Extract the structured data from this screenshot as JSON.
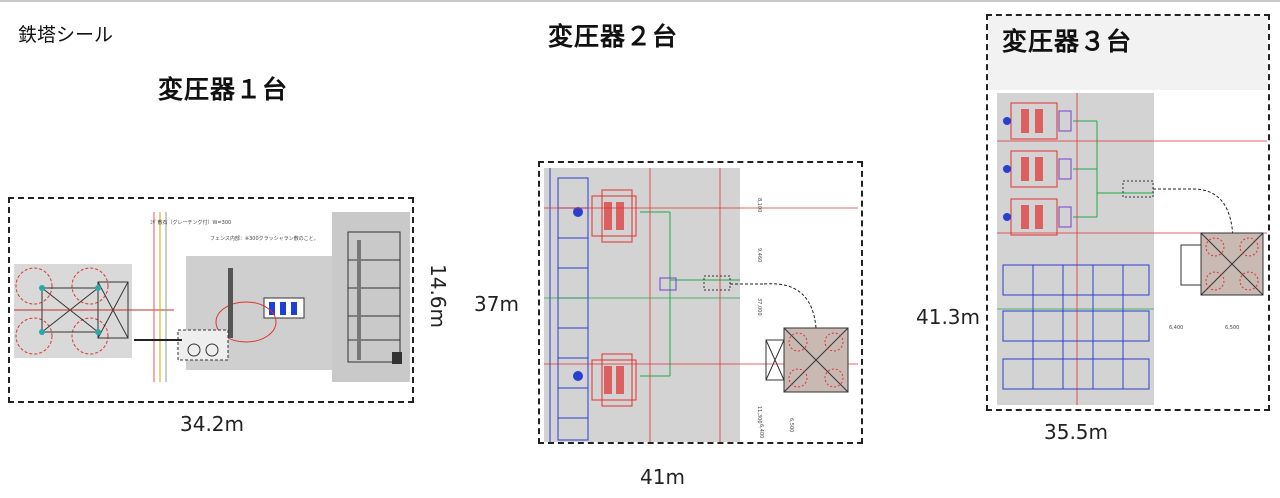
{
  "header_label": "鉄塔シール",
  "panels": [
    {
      "title": "変圧器１台",
      "width_label": "34.2m",
      "depth_label": "14.6m"
    },
    {
      "title": "変圧器２台",
      "width_label": "41m",
      "depth_label": "37m"
    },
    {
      "title": "変圧器３台",
      "width_label": "35.5m",
      "depth_label": "41.3m"
    }
  ]
}
